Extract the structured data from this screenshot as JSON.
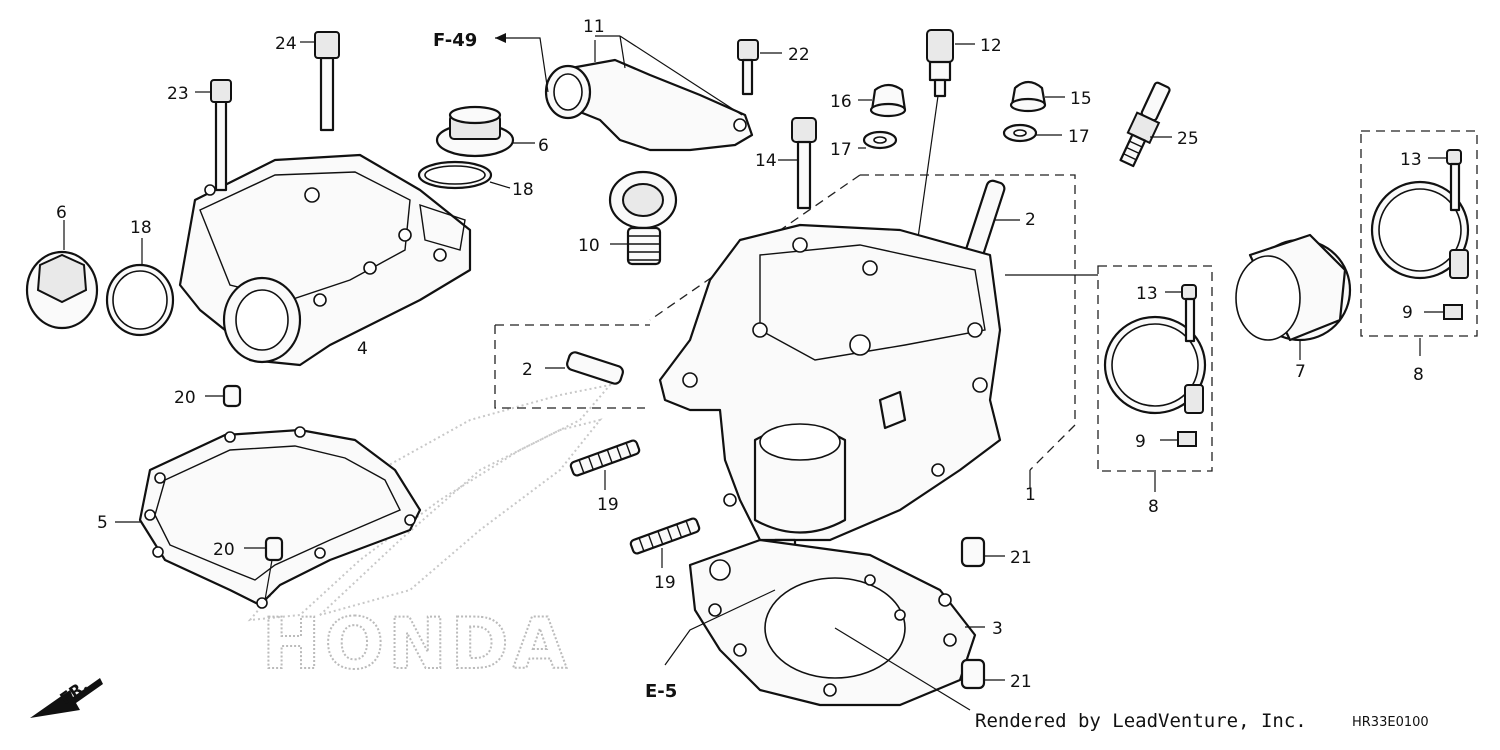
{
  "diagram": {
    "callouts": [
      "1",
      "2",
      "3",
      "4",
      "5",
      "6",
      "7",
      "8",
      "9",
      "10",
      "11",
      "12",
      "13",
      "14",
      "15",
      "16",
      "17",
      "18",
      "19",
      "20",
      "21",
      "22",
      "23",
      "24",
      "25"
    ],
    "references": {
      "f49": "F-49",
      "e5": "E-5"
    },
    "front_arrow_label": "FR.",
    "watermark": "HONDA",
    "credit": "Rendered by LeadVenture, Inc.",
    "diagram_code": "HR33E0100"
  }
}
